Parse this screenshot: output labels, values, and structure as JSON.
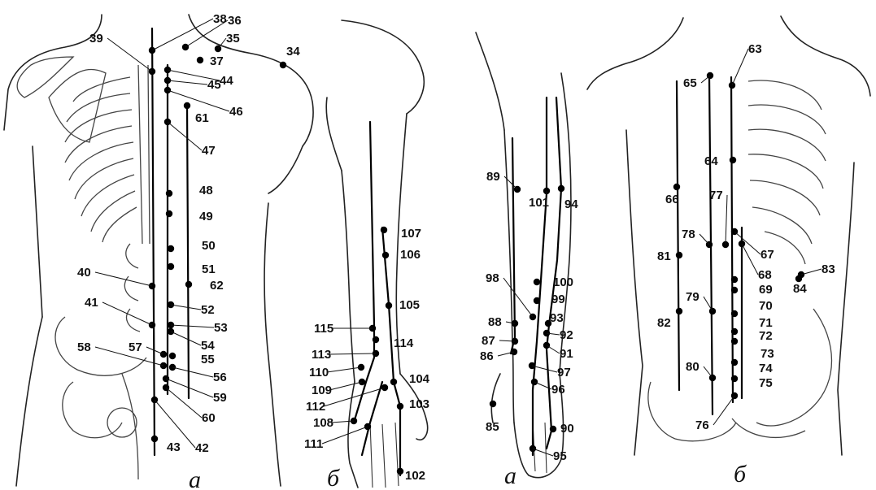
{
  "captions": [
    "а",
    "б",
    "а",
    "б"
  ],
  "points": [
    {
      "n": "34"
    },
    {
      "n": "35"
    },
    {
      "n": "36"
    },
    {
      "n": "37"
    },
    {
      "n": "38"
    },
    {
      "n": "39"
    },
    {
      "n": "40"
    },
    {
      "n": "41"
    },
    {
      "n": "42"
    },
    {
      "n": "43"
    },
    {
      "n": "44"
    },
    {
      "n": "45"
    },
    {
      "n": "46"
    },
    {
      "n": "47"
    },
    {
      "n": "48"
    },
    {
      "n": "49"
    },
    {
      "n": "50"
    },
    {
      "n": "51"
    },
    {
      "n": "52"
    },
    {
      "n": "53"
    },
    {
      "n": "54"
    },
    {
      "n": "55"
    },
    {
      "n": "56"
    },
    {
      "n": "57"
    },
    {
      "n": "58"
    },
    {
      "n": "59"
    },
    {
      "n": "60"
    },
    {
      "n": "61"
    },
    {
      "n": "62"
    },
    {
      "n": "63"
    },
    {
      "n": "64"
    },
    {
      "n": "65"
    },
    {
      "n": "66"
    },
    {
      "n": "67"
    },
    {
      "n": "68"
    },
    {
      "n": "69"
    },
    {
      "n": "70"
    },
    {
      "n": "71"
    },
    {
      "n": "72"
    },
    {
      "n": "73"
    },
    {
      "n": "74"
    },
    {
      "n": "75"
    },
    {
      "n": "76"
    },
    {
      "n": "77"
    },
    {
      "n": "78"
    },
    {
      "n": "79"
    },
    {
      "n": "80"
    },
    {
      "n": "81"
    },
    {
      "n": "82"
    },
    {
      "n": "83"
    },
    {
      "n": "84"
    },
    {
      "n": "85"
    },
    {
      "n": "86"
    },
    {
      "n": "87"
    },
    {
      "n": "88"
    },
    {
      "n": "89"
    },
    {
      "n": "90"
    },
    {
      "n": "91"
    },
    {
      "n": "92"
    },
    {
      "n": "93"
    },
    {
      "n": "94"
    },
    {
      "n": "95"
    },
    {
      "n": "96"
    },
    {
      "n": "97"
    },
    {
      "n": "98"
    },
    {
      "n": "99"
    },
    {
      "n": "100"
    },
    {
      "n": "101"
    },
    {
      "n": "102"
    },
    {
      "n": "103"
    },
    {
      "n": "104"
    },
    {
      "n": "105"
    },
    {
      "n": "106"
    },
    {
      "n": "107"
    },
    {
      "n": "108"
    },
    {
      "n": "109"
    },
    {
      "n": "110"
    },
    {
      "n": "111"
    },
    {
      "n": "112"
    },
    {
      "n": "113"
    },
    {
      "n": "114"
    },
    {
      "n": "115"
    }
  ]
}
